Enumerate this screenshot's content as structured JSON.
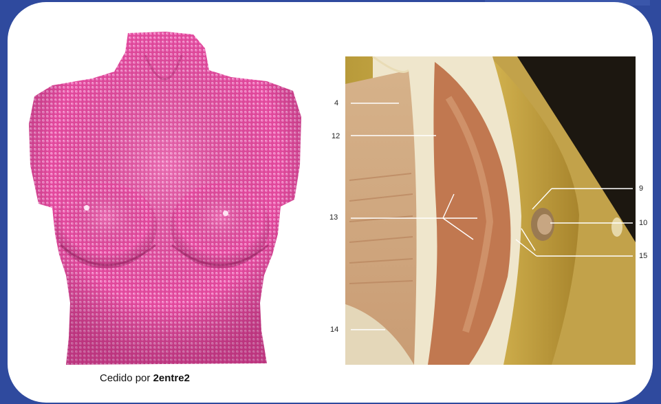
{
  "credit": {
    "prefix": "Cedido por",
    "author": "2entre2"
  },
  "callouts": [
    {
      "id": "c4",
      "text": "4"
    },
    {
      "id": "c12",
      "text": "12"
    },
    {
      "id": "c13",
      "text": "13"
    },
    {
      "id": "c14",
      "text": "14"
    },
    {
      "id": "c9",
      "text": "9"
    },
    {
      "id": "c10",
      "text": "10"
    },
    {
      "id": "c15",
      "text": "15"
    }
  ],
  "colors": {
    "background": "#2f4a9e",
    "card": "#ffffff",
    "mannequin": "#e0479a",
    "anatomy_skin": "#c9a544",
    "anatomy_gland": "#b8643a"
  }
}
